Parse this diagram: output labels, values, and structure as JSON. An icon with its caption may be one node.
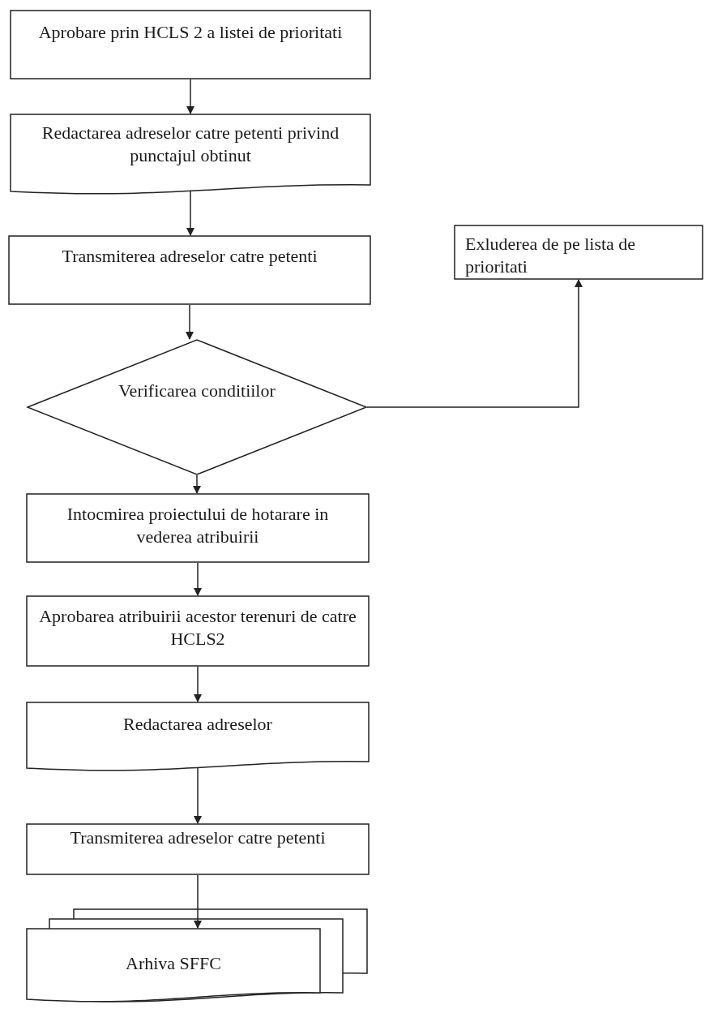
{
  "diagram": {
    "nodes": [
      {
        "text": [
          "Aprobare prin HCLS 2 a listei de prioritati"
        ]
      },
      {
        "text": [
          "Redactarea adreselor catre petenti privind punctajul obtinut"
        ]
      },
      {
        "text": [
          "Transmiterea adreselor catre petenti"
        ]
      },
      {
        "text": [
          "Exluderea de pe lista de prioritati"
        ]
      },
      {
        "text": [
          "Verificarea conditiilor"
        ]
      },
      {
        "text": [
          "Intocmirea proiectului de hotarare in vederea atribuirii"
        ]
      },
      {
        "text": [
          "Aprobarea atribuirii acestor terenuri de catre HCLS2"
        ]
      },
      {
        "text": [
          "Redactarea adreselor"
        ]
      },
      {
        "text": [
          "Transmiterea adreselor catre petenti"
        ]
      },
      {
        "text": [
          "Arhiva SFFC"
        ]
      }
    ],
    "edges": [
      {
        "from": 0,
        "to": 1,
        "arrow": "to"
      },
      {
        "from": 1,
        "to": 2,
        "arrow": "to"
      },
      {
        "from": 2,
        "to": 4,
        "arrow": "to"
      },
      {
        "from": 4,
        "to": 3,
        "arrow": "to"
      },
      {
        "from": 4,
        "to": 5,
        "arrow": "to"
      },
      {
        "from": 5,
        "to": 6,
        "arrow": "to"
      },
      {
        "from": 6,
        "to": 7,
        "arrow": "to"
      },
      {
        "from": 7,
        "to": 8,
        "arrow": "to"
      },
      {
        "from": 8,
        "to": 9,
        "arrow": "to"
      }
    ]
  }
}
